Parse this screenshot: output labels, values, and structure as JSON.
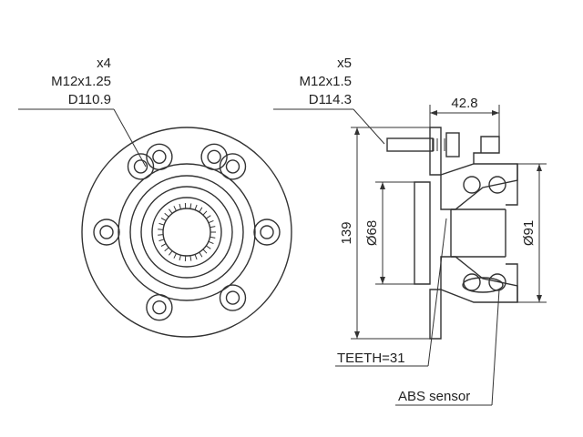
{
  "left_callout": {
    "count": "x4",
    "thread": "M12x1.25",
    "pcd": "D110.9"
  },
  "right_callout": {
    "count": "x5",
    "thread": "M12x1.5",
    "pcd": "D114.3"
  },
  "dimensions": {
    "width": "42.8",
    "flange_diameter": "139",
    "inner_diameter": "Ø68",
    "outer_diameter": "Ø91"
  },
  "notes": {
    "teeth": "TEETH=31",
    "abs": "ABS sensor"
  },
  "colors": {
    "line": "#333333",
    "text": "#222222",
    "hatch": "#555555"
  }
}
